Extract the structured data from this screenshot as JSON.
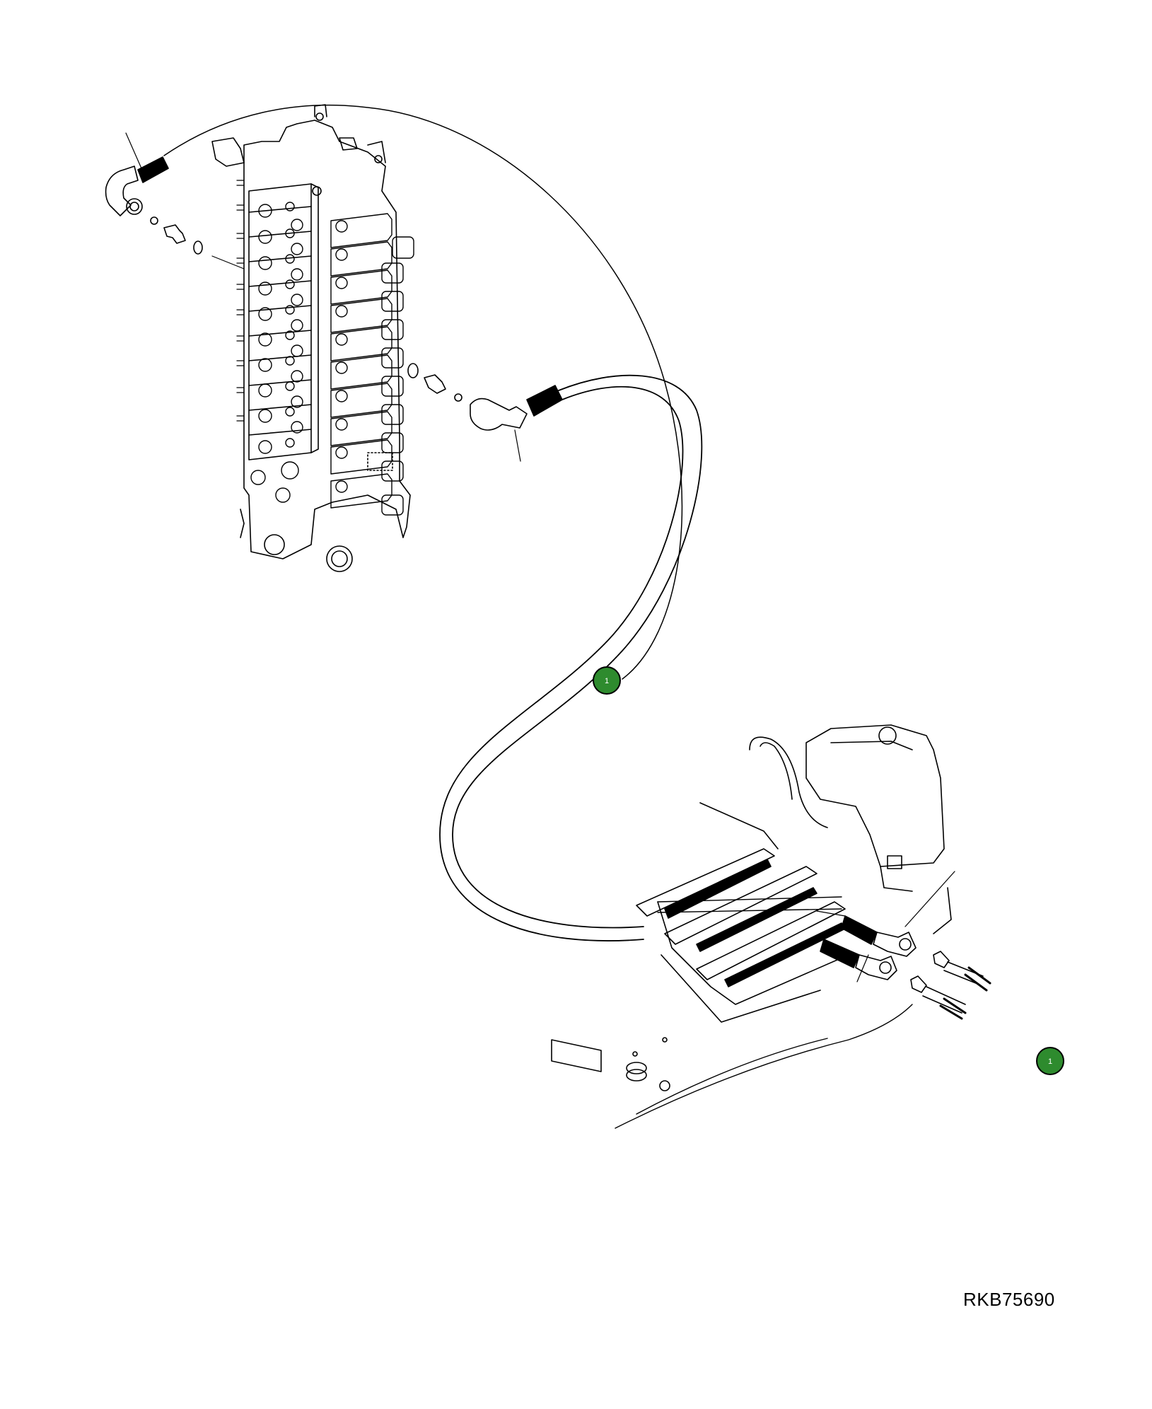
{
  "drawing_code": "RKB75690",
  "callouts": [
    {
      "id": "callout-hose",
      "label": "1",
      "color": "#2e8b2e"
    },
    {
      "id": "callout-legend",
      "label": "1",
      "color": "#2e8b2e"
    }
  ]
}
